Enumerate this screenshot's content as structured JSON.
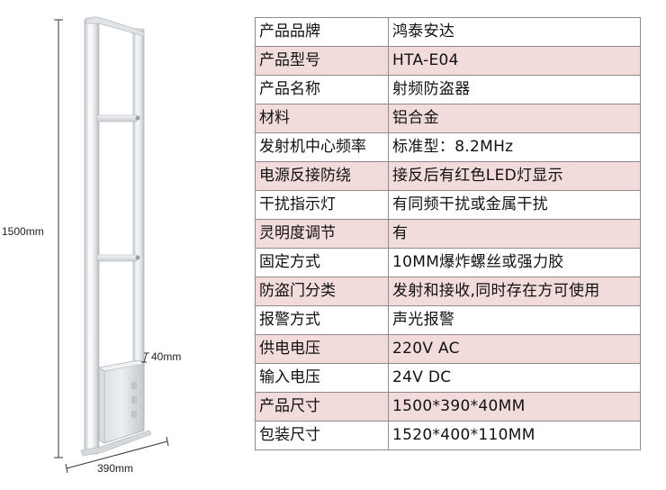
{
  "dimensions": {
    "height_label": "1500mm",
    "depth_label": "40mm",
    "width_label": "390mm"
  },
  "colors": {
    "shaded_row": "#f2dcdb",
    "plain_row": "#ffffff",
    "border": "#8c8c8c",
    "frame": "#e6e8ea"
  },
  "spec_table": {
    "rows": [
      {
        "label": "产品品牌",
        "value": "鸿泰安达"
      },
      {
        "label": "产品型号",
        "value": "HTA-E04"
      },
      {
        "label": "产品名称",
        "value": "射频防盗器"
      },
      {
        "label": "材料",
        "value": "铝合金"
      },
      {
        "label": "发射机中心频率",
        "value": "标准型：8.2MHz"
      },
      {
        "label": "电源反接防绕",
        "value": "接反后有红色LED灯显示"
      },
      {
        "label": "干扰指示灯",
        "value": "有同频干扰或金属干扰"
      },
      {
        "label": "灵明度调节",
        "value": "有"
      },
      {
        "label": "固定方式",
        "value": "10MM爆炸螺丝或强力胶"
      },
      {
        "label": "防盗门分类",
        "value": "发射和接收,同时存在方可使用"
      },
      {
        "label": "报警方式",
        "value": "声光报警"
      },
      {
        "label": "供电电压",
        "value": "220V   AC"
      },
      {
        "label": "输入电压",
        "value": "24V    DC"
      },
      {
        "label": "产品尺寸",
        "value": "1500*390*40MM"
      },
      {
        "label": "包装尺寸",
        "value": "1520*400*110MM"
      }
    ]
  }
}
